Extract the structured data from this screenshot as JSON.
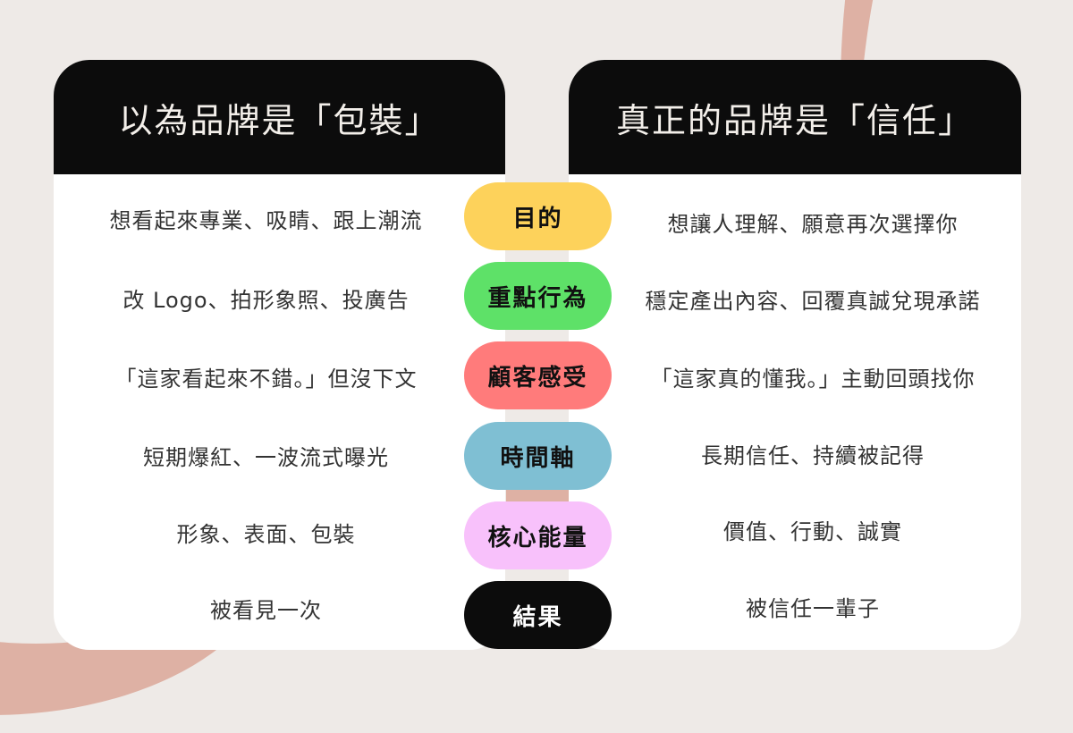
{
  "colors": {
    "background": "#EEEAE7",
    "accent_arc": "#DEB1A4",
    "header_bg": "#0C0C0C",
    "card_bg": "#FFFFFF"
  },
  "left": {
    "title": "以為品牌是「包裝」",
    "rows": [
      "想看起來專業、吸睛、跟上潮流",
      "改 Logo、拍形象照、投廣告",
      "「這家看起來不錯。」但沒下文",
      "短期爆紅、一波流式曝光",
      "形象、表面、包裝",
      "被看見一次"
    ]
  },
  "right": {
    "title": "真正的品牌是「信任」",
    "rows": [
      "想讓人理解、願意再次選擇你",
      "穩定產出內容、回覆真誠兌現承諾",
      "「這家真的懂我。」主動回頭找你",
      "長期信任、持續被記得",
      "價值、行動、誠實",
      "被信任一輩子"
    ]
  },
  "categories": [
    {
      "label": "目的",
      "color": "#FDD25B",
      "text_color": "#111111"
    },
    {
      "label": "重點行為",
      "color": "#5EE168",
      "text_color": "#111111"
    },
    {
      "label": "顧客感受",
      "color": "#FF7B7B",
      "text_color": "#111111"
    },
    {
      "label": "時間軸",
      "color": "#7FBFD3",
      "text_color": "#111111"
    },
    {
      "label": "核心能量",
      "color": "#F8C1FB",
      "text_color": "#111111"
    },
    {
      "label": "結果",
      "color": "#0C0C0C",
      "text_color": "#FFFFFF"
    }
  ]
}
